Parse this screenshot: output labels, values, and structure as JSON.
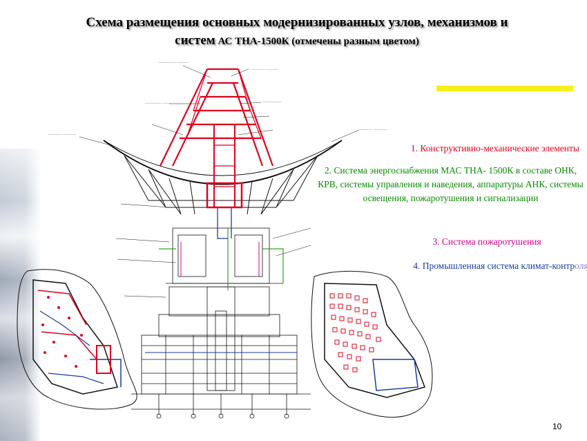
{
  "title": {
    "line1": "Схема размещения основных модернизированных узлов, механизмов  и",
    "line2_big": "систем",
    "line2_small": " АС ТНА-1500К (отмечены разным цветом)"
  },
  "legend": {
    "item1": "1. Конструктивно-механические элементы",
    "item2": "2. Система энергоснабжения  МАС ТНА- 1500К в составе ОНК, КРВ, системы управления и наведения, аппаратуры АНК, системы освещения, пожаротушения и сигнализации",
    "item3": "3. Система пожаротушения",
    "item4_main": "4. Промышленная система климат-контр",
    "item4_tail": "оля"
  },
  "colors": {
    "mechanical": "#e0001a",
    "power": "#0a8a00",
    "fire": "#d4008c",
    "climate": "#1a3aa0",
    "highlight": "#f7ee1a"
  },
  "page_number": "10"
}
